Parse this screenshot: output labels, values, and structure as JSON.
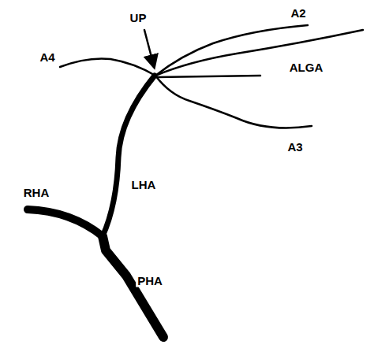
{
  "diagram": {
    "labels": [
      "UP",
      "A2",
      "A4",
      "ALGA",
      "A3",
      "LHA",
      "RHA",
      "PHA"
    ]
  }
}
